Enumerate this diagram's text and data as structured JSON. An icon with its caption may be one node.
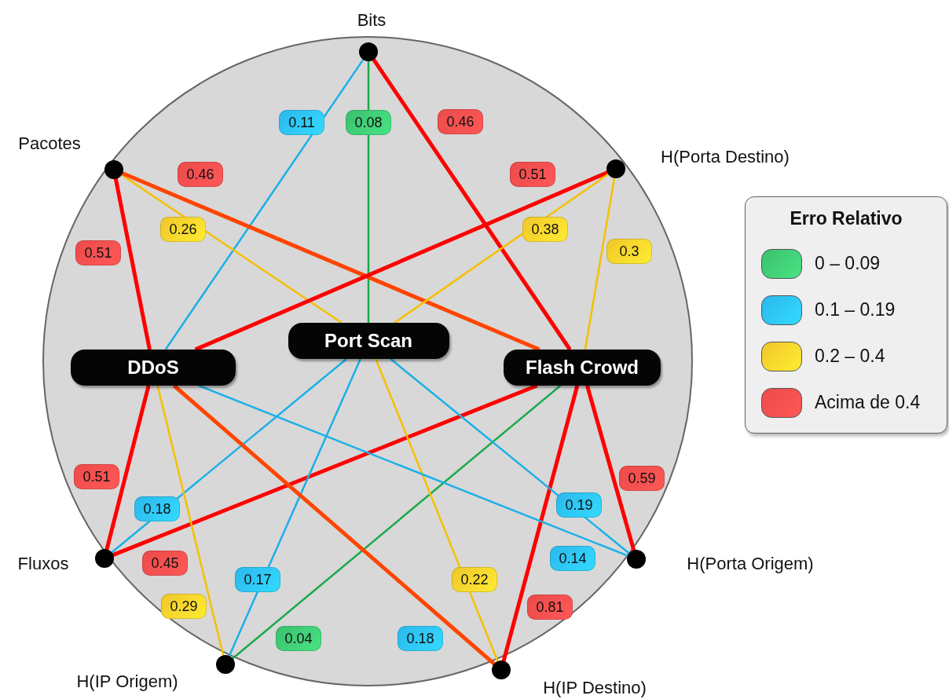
{
  "diagram": {
    "nodes": [
      {
        "text": [
          "Bits"
        ]
      },
      {
        "text": [
          "Pacotes"
        ]
      },
      {
        "text": [
          "H(Porta Destino)"
        ]
      },
      {
        "text": [
          "Fluxos"
        ]
      },
      {
        "text": [
          "H(Porta Origem)"
        ]
      },
      {
        "text": [
          "H(IP Origem)"
        ]
      },
      {
        "text": [
          "H(IP Destino)"
        ]
      },
      {
        "text": [
          "DDoS"
        ]
      },
      {
        "text": [
          "Port Scan"
        ]
      },
      {
        "text": [
          "Flash Crowd"
        ]
      }
    ],
    "edges": [
      {
        "from": 0,
        "to": 7,
        "arrow": "none",
        "label": "0.11",
        "color": "#1ab0e8"
      },
      {
        "from": 0,
        "to": 8,
        "arrow": "none",
        "label": "0.08",
        "color": "#1aaa4a"
      },
      {
        "from": 0,
        "to": 9,
        "arrow": "none",
        "label": "0.46",
        "color": "#ff0000",
        "style": "thick"
      },
      {
        "from": 1,
        "to": 7,
        "arrow": "none",
        "label": "0.51",
        "color": "#ff0000",
        "style": "thick"
      },
      {
        "from": 1,
        "to": 8,
        "arrow": "none",
        "label": "0.26",
        "color": "#f5c000"
      },
      {
        "from": 1,
        "to": 9,
        "arrow": "none",
        "label": "0.46",
        "color": "#ff4500",
        "style": "thick"
      },
      {
        "from": 2,
        "to": 7,
        "arrow": "none",
        "label": "0.51",
        "color": "#ff0000",
        "style": "thick"
      },
      {
        "from": 2,
        "to": 8,
        "arrow": "none",
        "label": "0.38",
        "color": "#f5c000"
      },
      {
        "from": 2,
        "to": 9,
        "arrow": "none",
        "label": "0.3",
        "color": "#f5c000"
      },
      {
        "from": 3,
        "to": 7,
        "arrow": "none",
        "label": "0.51",
        "color": "#ff0000",
        "style": "thick"
      },
      {
        "from": 3,
        "to": 8,
        "arrow": "none",
        "label": "0.18",
        "color": "#1ab0e8"
      },
      {
        "from": 3,
        "to": 9,
        "arrow": "none",
        "label": "0.45",
        "color": "#ff0000",
        "style": "thick"
      },
      {
        "from": 5,
        "to": 7,
        "arrow": "none",
        "label": "0.29",
        "color": "#f5c000"
      },
      {
        "from": 5,
        "to": 8,
        "arrow": "none",
        "label": "0.17",
        "color": "#1ab0e8"
      },
      {
        "from": 5,
        "to": 9,
        "arrow": "none",
        "label": "0.04",
        "color": "#1aaa4a"
      },
      {
        "from": 6,
        "to": 7,
        "arrow": "none",
        "label": "0.18",
        "color": "#ff4500",
        "style": "thick"
      },
      {
        "from": 6,
        "to": 8,
        "arrow": "none",
        "label": "0.22",
        "color": "#f5c000"
      },
      {
        "from": 6,
        "to": 9,
        "arrow": "none",
        "label": "0.81",
        "color": "#ff0000",
        "style": "thick"
      },
      {
        "from": 4,
        "to": 7,
        "arrow": "none",
        "label": "0.14",
        "color": "#1ab0e8"
      },
      {
        "from": 4,
        "to": 8,
        "arrow": "none",
        "label": "0.19",
        "color": "#1ab0e8"
      },
      {
        "from": 4,
        "to": 9,
        "arrow": "none",
        "label": "0.59",
        "color": "#ff0000",
        "style": "thick"
      }
    ],
    "labels": [
      "Erro Relativo"
    ],
    "legend": [
      {
        "text": "0 – 0.09",
        "color": "#3cbf6e"
      },
      {
        "text": "0.1 – 0.19",
        "color": "#2bb7ec"
      },
      {
        "text": "0.2 – 0.4",
        "color": "#f0c62a"
      },
      {
        "text": "Acima de 0.4",
        "color": "#ec4a4a"
      }
    ]
  }
}
